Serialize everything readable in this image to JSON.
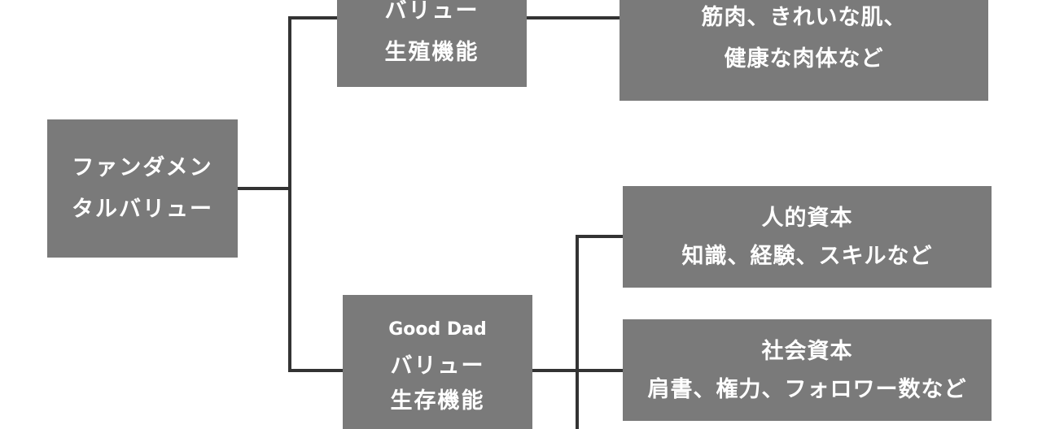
{
  "root": {
    "line1": "ファンダメン",
    "line2": "タルバリュー"
  },
  "node_top": {
    "line1": "バリュー",
    "line2": "生殖機能"
  },
  "leaf_top": {
    "line1": "筋肉、きれいな肌、",
    "line2": "健康な肉体など"
  },
  "node_bottom": {
    "line1": "Good Dad",
    "line2": "バリュー",
    "line3": "生存機能"
  },
  "leaf_human": {
    "line1": "人的資本",
    "line2": "知識、経験、スキルなど"
  },
  "leaf_social": {
    "line1": "社会資本",
    "line2": "肩書、権力、フォロワー数など"
  },
  "colors": {
    "box": "#7a7a7a",
    "text": "#ffffff",
    "connector": "#333333"
  }
}
